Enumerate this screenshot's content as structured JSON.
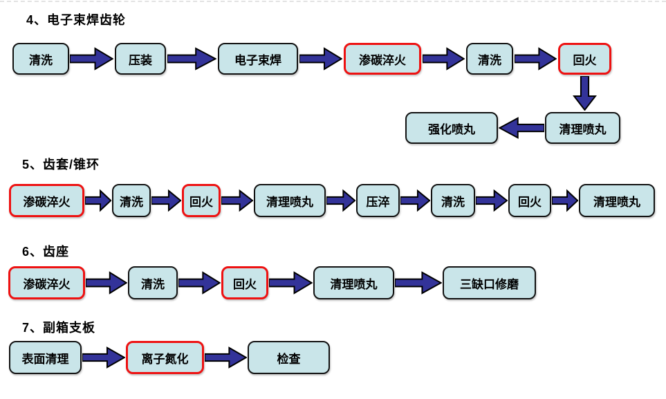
{
  "colors": {
    "background": "#ffffff",
    "box_fill": "#c9e5e9",
    "box_border": "#111111",
    "highlight_border": "#ee1111",
    "arrow_fill": "#333399",
    "text": "#000000"
  },
  "icons": {
    "arrow_right": "block-arrow-right",
    "arrow_left": "block-arrow-left",
    "arrow_down": "block-arrow-down"
  },
  "sections": [
    {
      "title": "4、电子束焊齿轮",
      "nodes": [
        {
          "label": "清洗",
          "highlight": false
        },
        {
          "label": "压装",
          "highlight": false
        },
        {
          "label": "电子束焊",
          "highlight": false
        },
        {
          "label": "渗碳淬火",
          "highlight": true
        },
        {
          "label": "清洗",
          "highlight": false
        },
        {
          "label": "回火",
          "highlight": true
        },
        {
          "label": "清理喷丸",
          "highlight": false
        },
        {
          "label": "强化喷丸",
          "highlight": false
        }
      ]
    },
    {
      "title": "5、齿套/锥环",
      "nodes": [
        {
          "label": "渗碳淬火",
          "highlight": true
        },
        {
          "label": "清洗",
          "highlight": false
        },
        {
          "label": "回火",
          "highlight": true
        },
        {
          "label": "清理喷丸",
          "highlight": false
        },
        {
          "label": "压淬",
          "highlight": false
        },
        {
          "label": "清洗",
          "highlight": false
        },
        {
          "label": "回火",
          "highlight": false
        },
        {
          "label": "清理喷丸",
          "highlight": false
        }
      ]
    },
    {
      "title": "6、齿座",
      "nodes": [
        {
          "label": "渗碳淬火",
          "highlight": true
        },
        {
          "label": "清洗",
          "highlight": false
        },
        {
          "label": "回火",
          "highlight": true
        },
        {
          "label": "清理喷丸",
          "highlight": false
        },
        {
          "label": "三缺口修磨",
          "highlight": false
        }
      ]
    },
    {
      "title": "7、副箱支板",
      "nodes": [
        {
          "label": "表面清理",
          "highlight": false
        },
        {
          "label": "离子氮化",
          "highlight": true
        },
        {
          "label": "检查",
          "highlight": false
        }
      ]
    }
  ]
}
